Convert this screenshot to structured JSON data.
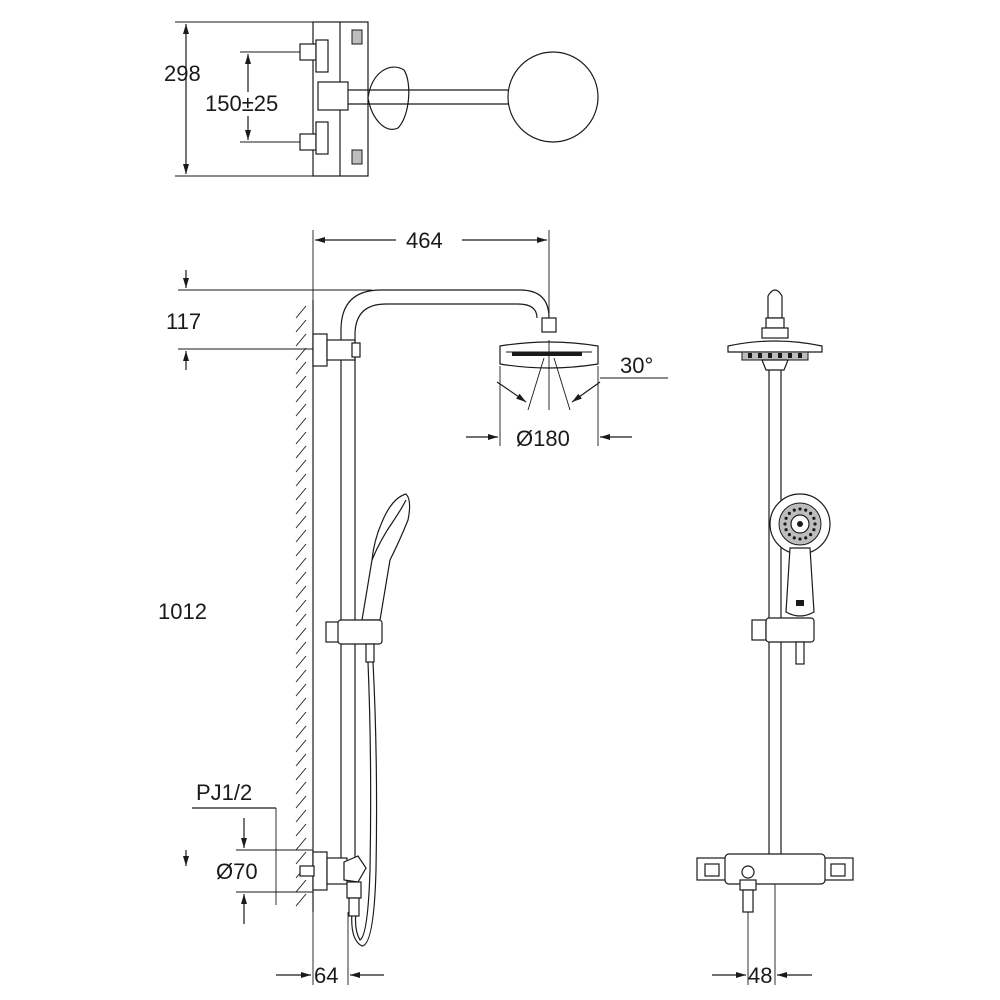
{
  "dimensions": {
    "total_height_top": "298",
    "inlet_spacing": "150±25",
    "arm_length": "464",
    "head_offset": "117",
    "spray_angle": "30°",
    "head_diameter": "Ø180",
    "rail_height": "1012",
    "thread": "PJ1/2",
    "escutcheon": "Ø70",
    "wall_distance": "64",
    "mixer_depth": "48"
  }
}
